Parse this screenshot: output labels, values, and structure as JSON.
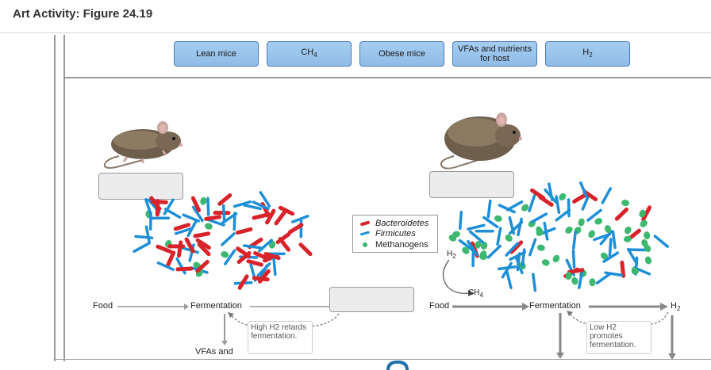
{
  "header": {
    "title": "Art Activity: Figure 24.19"
  },
  "chips": [
    {
      "label": "Lean mice"
    },
    {
      "label": "CH4"
    },
    {
      "label": "Obese mice"
    },
    {
      "label": "VFAs and nutrients for host"
    },
    {
      "label": "H2"
    }
  ],
  "legend": {
    "items": [
      {
        "label": "Bacteroidetes",
        "color": "#d8232a"
      },
      {
        "label": "Firmicutes",
        "color": "#1e8fd6"
      },
      {
        "label": "Methanogens",
        "color": "#3db86f"
      }
    ]
  },
  "left_panel": {
    "food_label": "Food",
    "fermentation_label": "Fermentation",
    "note": "High H2 retards fermentation.",
    "output_label": "VFAs and"
  },
  "right_panel": {
    "food_label": "Food",
    "fermentation_label": "Fermentation",
    "h2_top_label": "H2",
    "ch4_label": "CH4",
    "h2_end_label": "H2",
    "note": "Low H2 promotes fermentation."
  },
  "colors": {
    "chip_fill": "#9cc6ee",
    "chip_border": "#4a7ab8",
    "drop_fill": "#ececec"
  }
}
